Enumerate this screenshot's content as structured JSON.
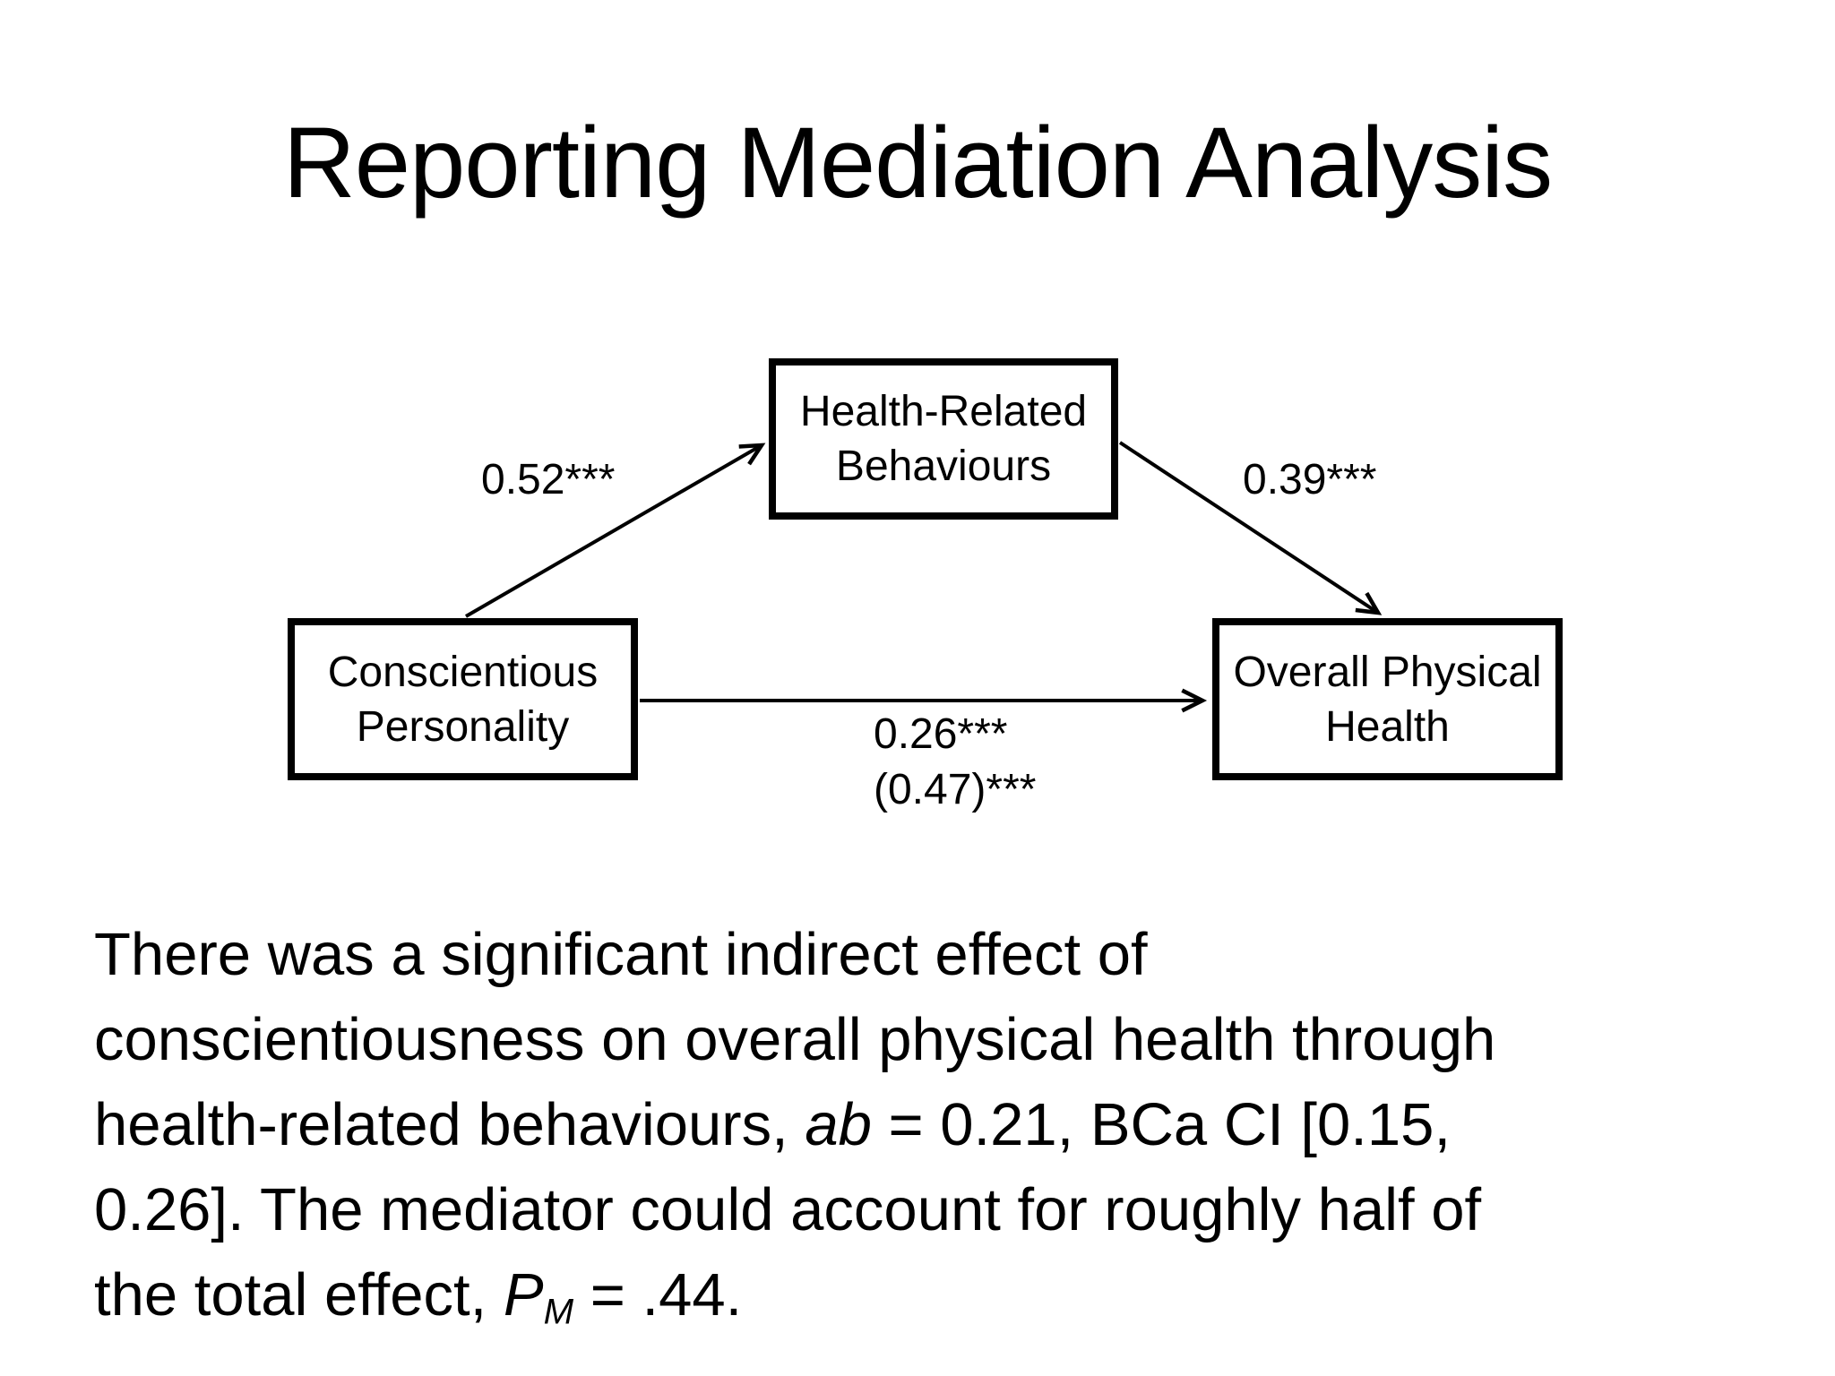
{
  "slide": {
    "title": "Reporting Mediation Analysis",
    "colors": {
      "background": "#ffffff",
      "ink": "#000000"
    },
    "diagram": {
      "mediator_box": "Health-Related\nBehaviours",
      "predictor_box": "Conscientious\nPersonality",
      "outcome_box": "Overall Physical\nHealth",
      "path_a_label": "0.52***",
      "path_b_label": "0.39***",
      "path_c_direct_label": "0.26***",
      "path_c_total_label": "(0.47)***"
    },
    "paragraph": {
      "lines": [
        {
          "segments": [
            {
              "text": "There was a significant indirect effect of",
              "style": "normal"
            }
          ]
        },
        {
          "segments": [
            {
              "text": "conscientiousness on overall physical health through",
              "style": "normal"
            }
          ]
        },
        {
          "segments": [
            {
              "text": "health-related behaviours, ",
              "style": "normal"
            },
            {
              "text": "ab",
              "style": "italic"
            },
            {
              "text": " = 0.21, BCa CI [0.15,",
              "style": "normal"
            }
          ]
        },
        {
          "segments": [
            {
              "text": "0.26]. The mediator could account for roughly half of",
              "style": "normal"
            }
          ]
        },
        {
          "segments": [
            {
              "text": "the total effect, ",
              "style": "normal"
            },
            {
              "text": "P",
              "style": "italic"
            },
            {
              "text": "M",
              "style": "italic-sub"
            },
            {
              "text": " = .44.",
              "style": "normal"
            }
          ]
        }
      ]
    }
  }
}
